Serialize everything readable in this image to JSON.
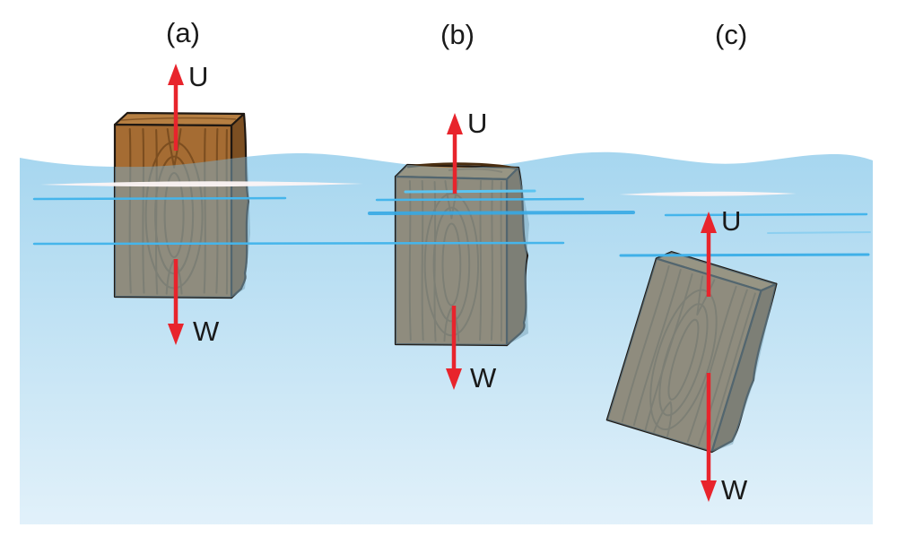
{
  "figure": {
    "panels": [
      {
        "id": "a",
        "label": "(a)",
        "up_force_label": "U",
        "down_force_label": "W"
      },
      {
        "id": "b",
        "label": "(b)",
        "up_force_label": "U",
        "down_force_label": "W"
      },
      {
        "id": "c",
        "label": "(c)",
        "up_force_label": "U",
        "down_force_label": "W"
      }
    ],
    "colors": {
      "water_surface": "#A6D6EF",
      "water_deep": "#E2F1FA",
      "ripple_blue": "#45B5EB",
      "ripple_bright": "#5BC4F1",
      "ripple_deep": "#36A9E4",
      "foam_white": "#FDF5F5",
      "wood_front": "#A56C33",
      "wood_side": "#7C4F22",
      "wood_top": "#B67F42",
      "wood_grain": "#6B4219",
      "underwater_tint": "#7FA8BC",
      "outline": "#1F1812",
      "arrow_red": "#E8242C",
      "label_color": "#1A1A1A"
    }
  }
}
